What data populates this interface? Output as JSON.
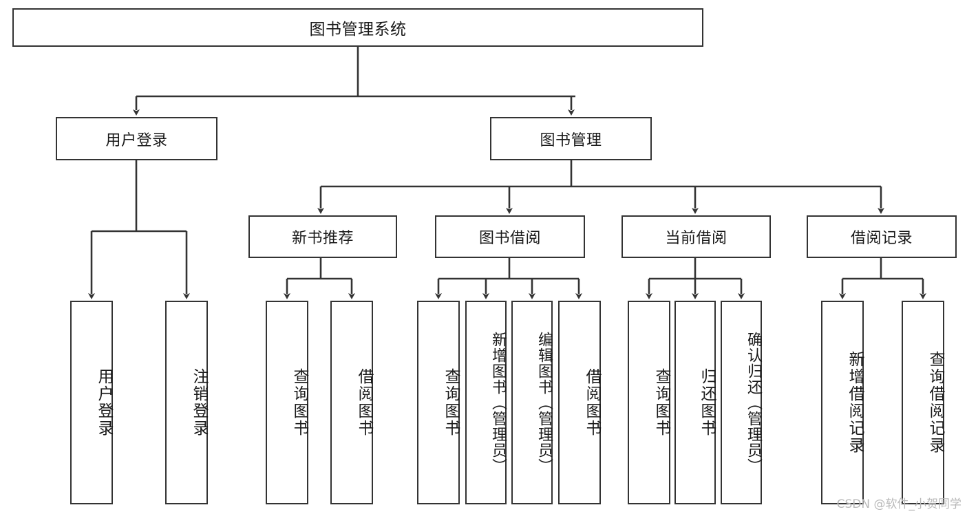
{
  "diagram": {
    "title": "图书管理系统",
    "type": "hierarchy-tree",
    "root": {
      "label": "图书管理系统"
    },
    "level2": [
      {
        "id": "user-login",
        "label": "用户登录"
      },
      {
        "id": "book-management",
        "label": "图书管理"
      }
    ],
    "level3": [
      {
        "id": "new-book-recommend",
        "label": "新书推荐",
        "parent": "book-management"
      },
      {
        "id": "book-borrow",
        "label": "图书借阅",
        "parent": "book-management"
      },
      {
        "id": "current-borrow",
        "label": "当前借阅",
        "parent": "book-management"
      },
      {
        "id": "borrow-record",
        "label": "借阅记录",
        "parent": "book-management"
      }
    ],
    "leaves": {
      "user-login": [
        {
          "id": "leaf-user-login",
          "label": "用户登录"
        },
        {
          "id": "leaf-logout-login",
          "label": "注销登录"
        }
      ],
      "new-book-recommend": [
        {
          "id": "leaf-query-book-1",
          "label": "查询图书"
        },
        {
          "id": "leaf-borrow-book-1",
          "label": "借阅图书"
        }
      ],
      "book-borrow": [
        {
          "id": "leaf-query-book-2",
          "label": "查询图书"
        },
        {
          "id": "leaf-add-book",
          "label": "新增图书（管理员）"
        },
        {
          "id": "leaf-edit-book",
          "label": "编辑图书（管理员）"
        },
        {
          "id": "leaf-borrow-book-2",
          "label": "借阅图书"
        }
      ],
      "current-borrow": [
        {
          "id": "leaf-query-book-3",
          "label": "查询图书"
        },
        {
          "id": "leaf-return-book",
          "label": "归还图书"
        },
        {
          "id": "leaf-confirm-return",
          "label": "确认归还（管理员）"
        }
      ],
      "borrow-record": [
        {
          "id": "leaf-add-record",
          "label": "新增借阅记录"
        },
        {
          "id": "leaf-query-record",
          "label": "查询借阅记录"
        }
      ]
    }
  },
  "watermark": {
    "text": "CSDN @软件_小贺同学"
  },
  "colors": {
    "stroke": "#333333",
    "fill": "#ffffff",
    "text": "#1a1a1a",
    "watermark": "#b9b9b9"
  }
}
